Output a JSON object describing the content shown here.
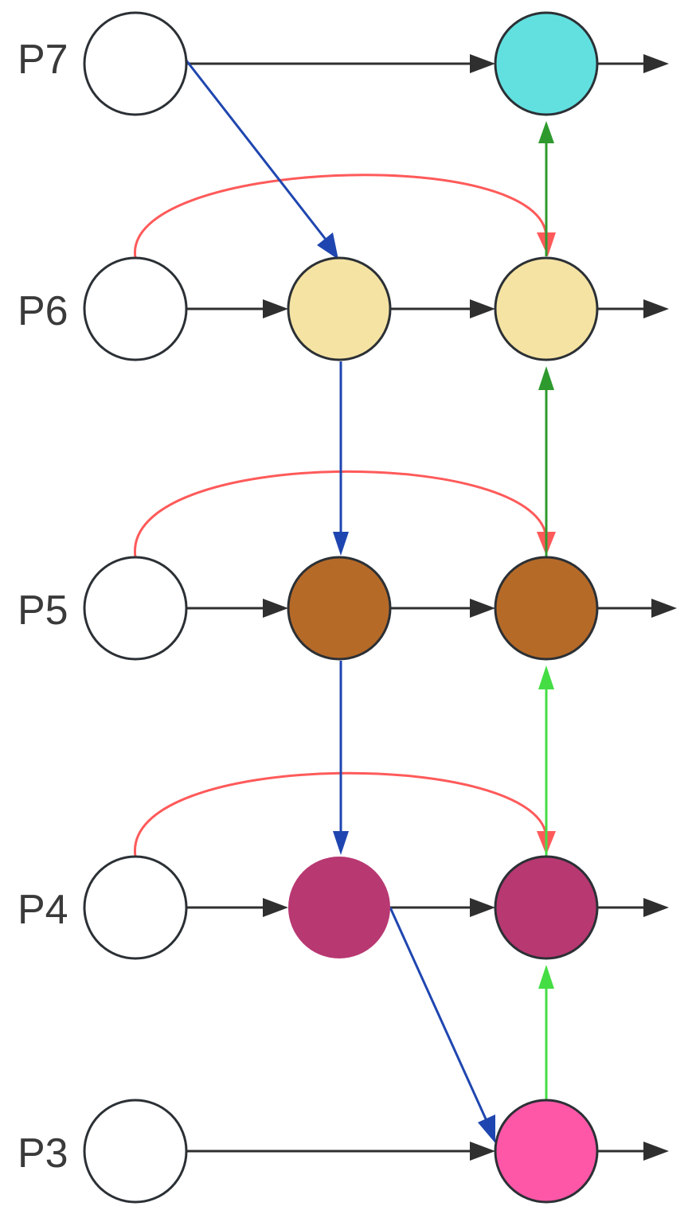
{
  "levels": [
    {
      "label": "P7"
    },
    {
      "label": "P6"
    },
    {
      "label": "P5"
    },
    {
      "label": "P4"
    },
    {
      "label": "P3"
    }
  ],
  "colors": {
    "input_node": "#ffffff",
    "node_stroke": "#2b3035",
    "p7": "#62e0e0",
    "p6": "#f5e3a3",
    "p5": "#b66a28",
    "p4": "#b83872",
    "p3": "#ff57a8",
    "lateral_arrow": "#2f2f2f",
    "top_down_arrow": "#1f46b0",
    "skip_arrow": "#ff5a5a",
    "bottom_up_arrow_upper": "#2e9a2e",
    "bottom_up_arrow_lower": "#44dd44"
  }
}
